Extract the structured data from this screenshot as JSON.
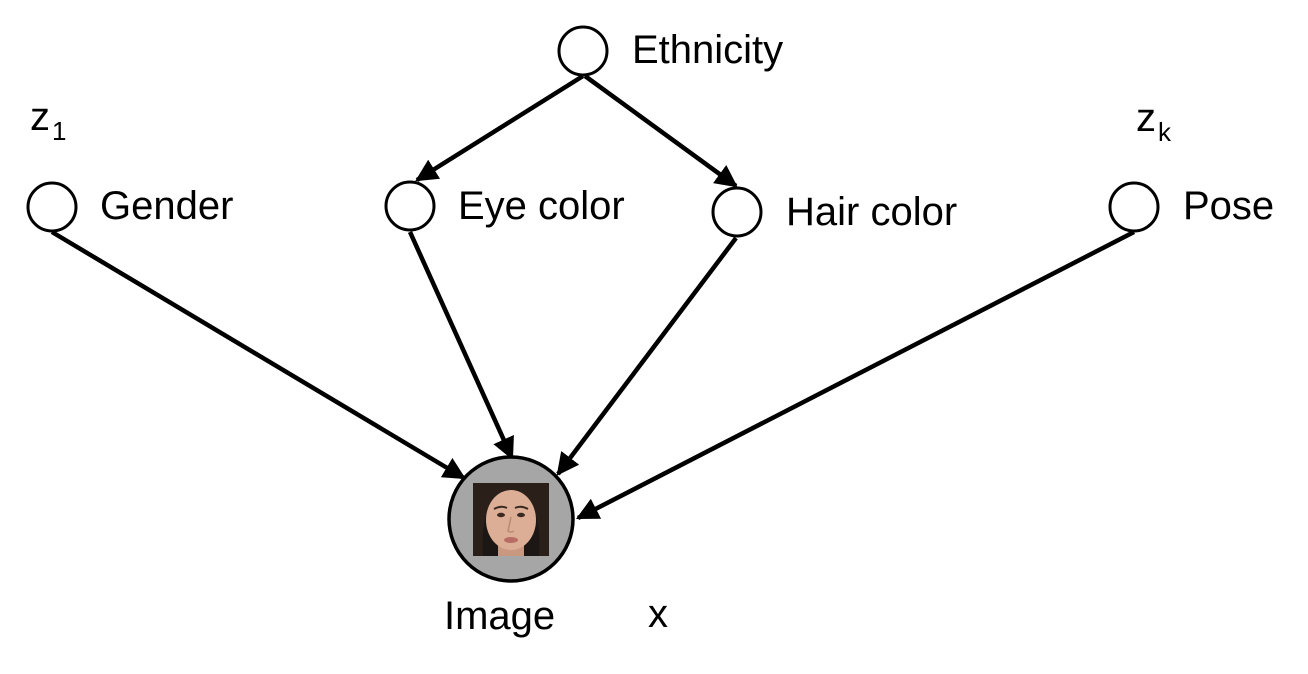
{
  "nodes": {
    "ethnicity": "Ethnicity",
    "gender": "Gender",
    "eye_color": "Eye color",
    "hair_color": "Hair color",
    "pose": "Pose",
    "image": "Image"
  },
  "variables": {
    "z1_base": "z",
    "z1_sub": "1",
    "zk_base": "z",
    "zk_sub": "k",
    "x": "x"
  },
  "observed_node_fill": "#a6a6a6",
  "icons": {
    "image_node": "face-photo-icon"
  }
}
